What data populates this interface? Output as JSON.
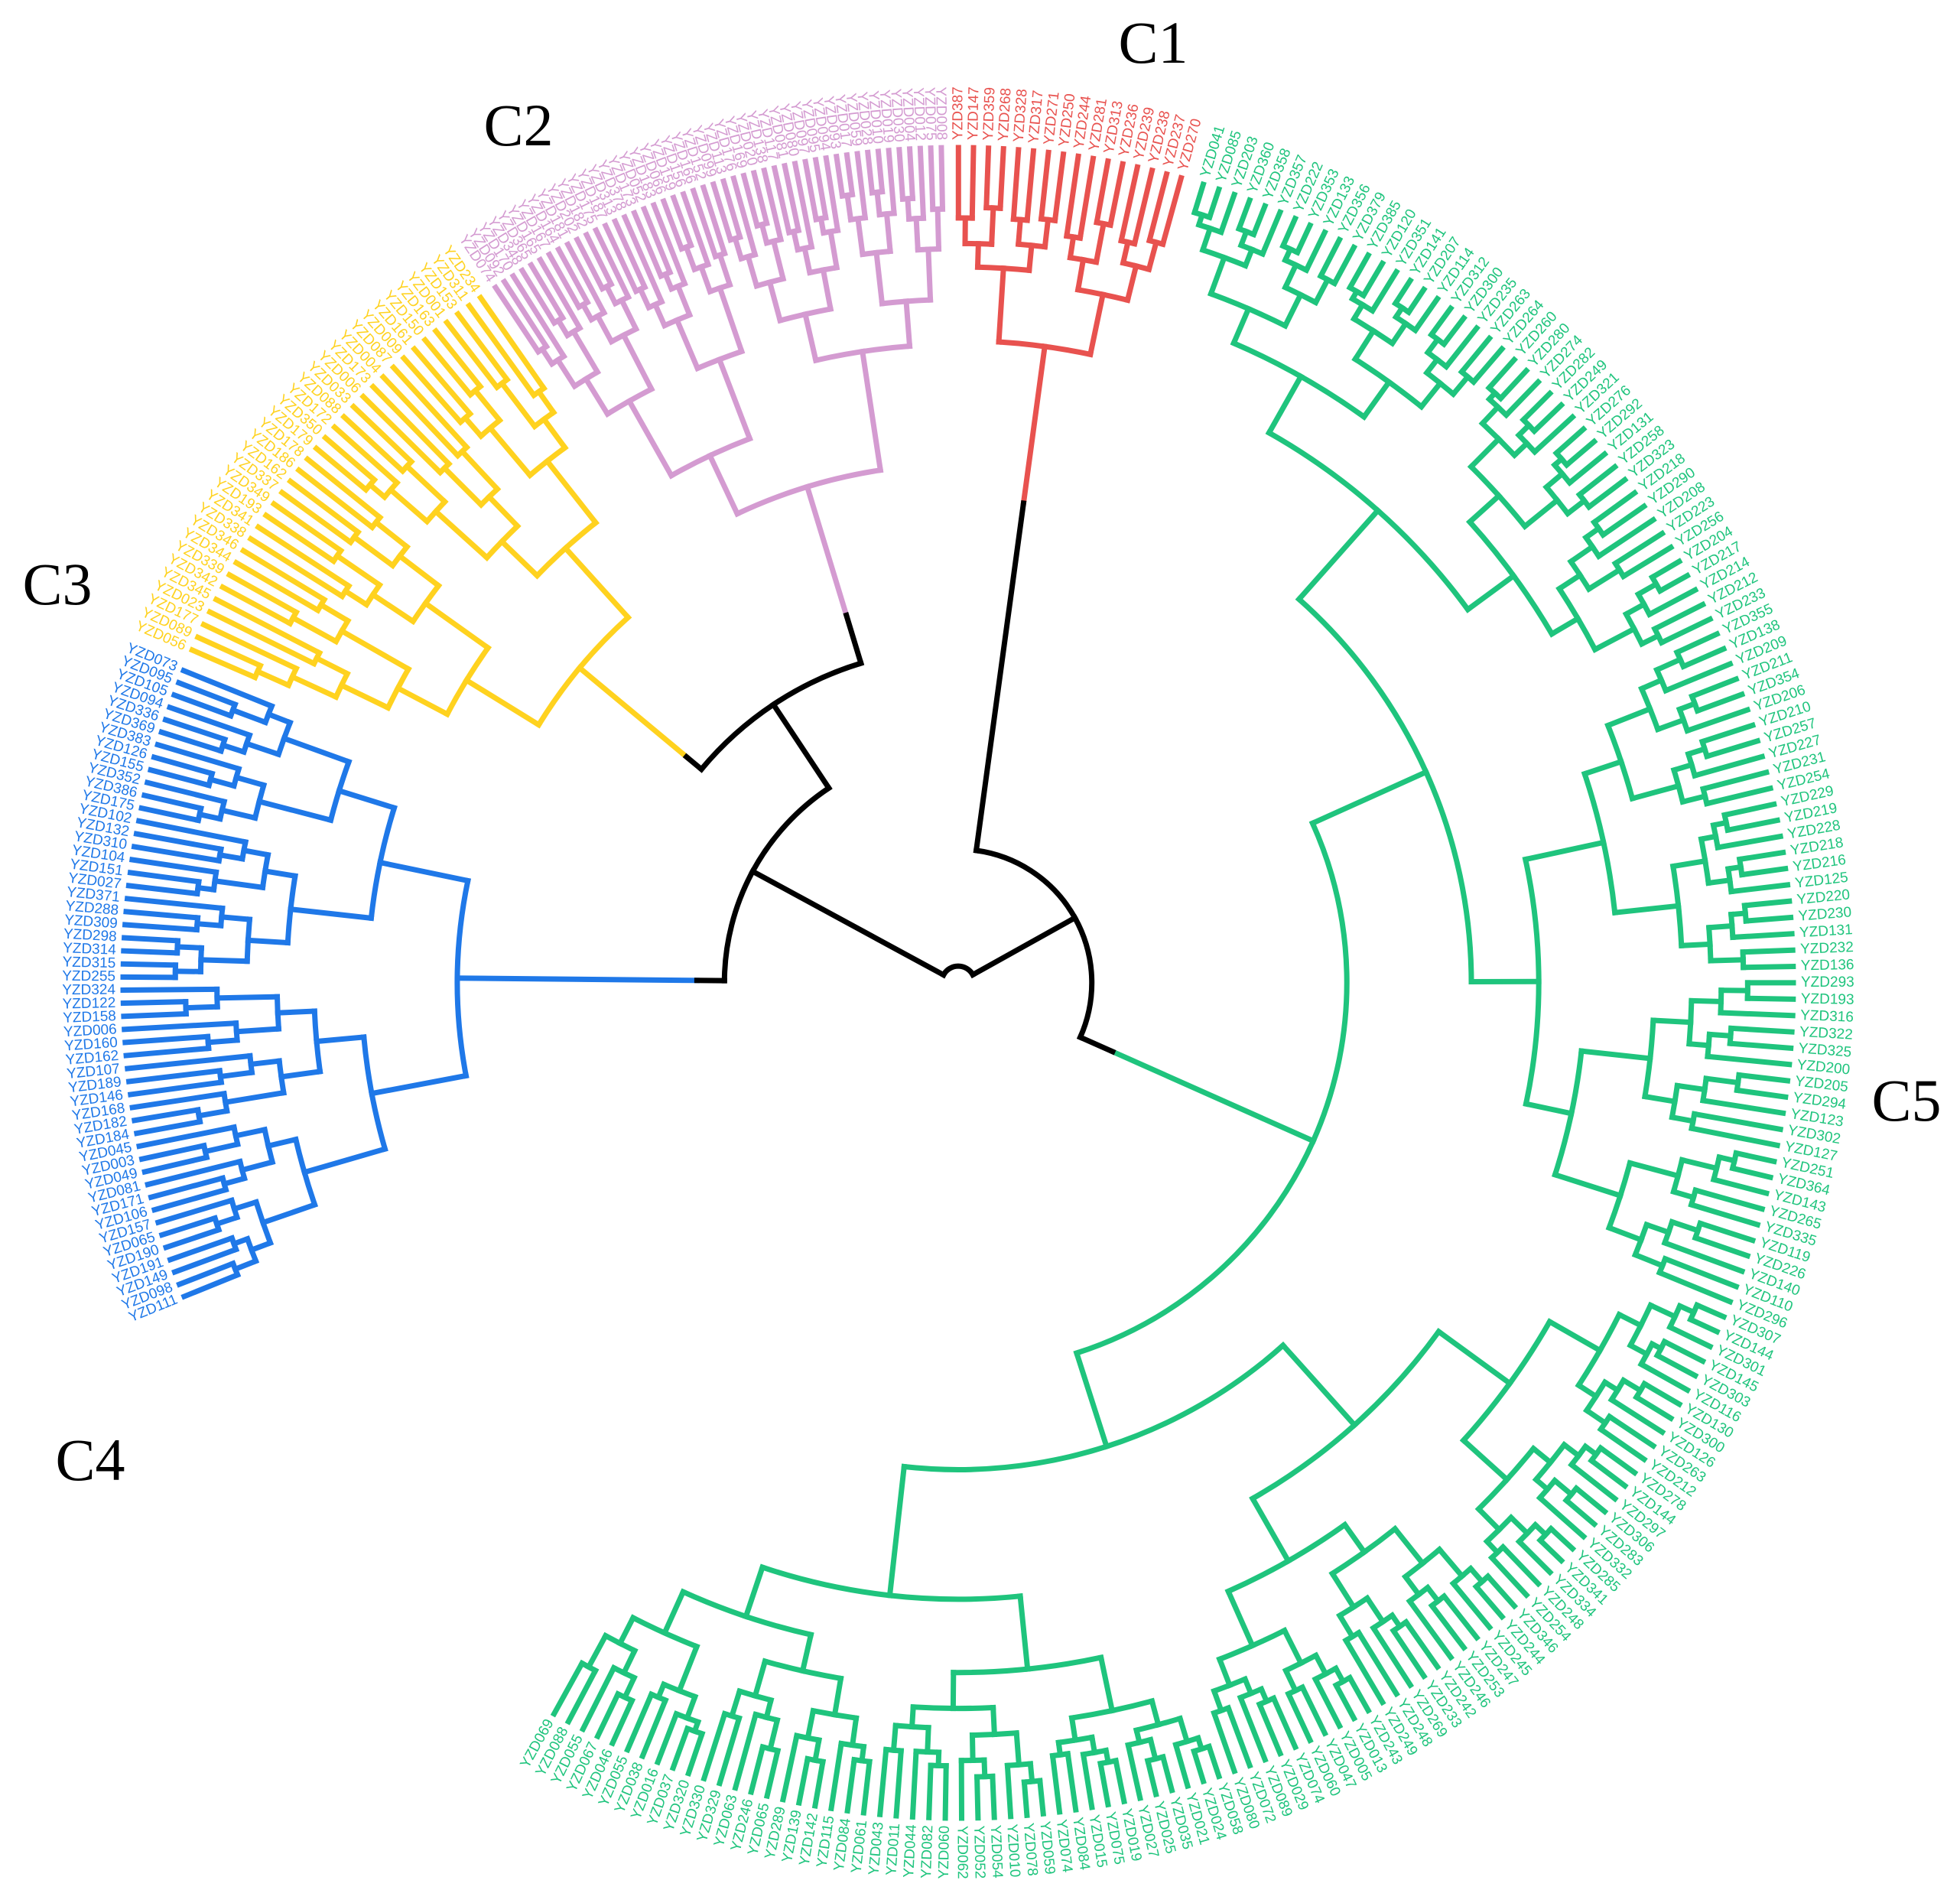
{
  "figure": {
    "type": "circular-dendrogram",
    "root_color": "#000000",
    "clusters": [
      {
        "id": "C1",
        "label": "C1",
        "color": "#E8524F",
        "leaves": [
          "YZD387",
          "YZD147",
          "YZD359",
          "YZD268",
          "YZD328",
          "YZD317",
          "YZD271",
          "YZD250",
          "YZD244",
          "YZD281",
          "YZD313",
          "YZD236",
          "YZD239",
          "YZD238",
          "YZD237",
          "YZD270"
        ]
      },
      {
        "id": "C2",
        "label": "C2",
        "color": "#D49BD1",
        "leaves": [
          "YZD074",
          "YZD092",
          "YZD170",
          "YZD348",
          "YZD365",
          "YZD165",
          "YZD167",
          "YZD164",
          "YZD181",
          "YZD202",
          "YZD182",
          "YZD175",
          "YZD187",
          "YZD313",
          "YZD378",
          "YZD173",
          "YZD052",
          "YZD183",
          "YZD066",
          "YZD159",
          "YZD156",
          "YZD166",
          "YZD152",
          "YZD099",
          "YZD113",
          "YZD176",
          "YZD169",
          "YZD020",
          "YZD138",
          "YZD117",
          "YZD081",
          "YZD080",
          "YZD097",
          "YZD095",
          "YZD094",
          "YZD093",
          "YZD017",
          "YZD059",
          "YZD028",
          "YZD010",
          "YZD019",
          "YZD030",
          "YZD004",
          "YZD012",
          "YZD075",
          "YZD008"
        ]
      },
      {
        "id": "C3",
        "label": "C3",
        "color": "#FFD21F",
        "leaves": [
          "YZD056",
          "YZD089",
          "YZD177",
          "YZD023",
          "YZD345",
          "YZD342",
          "YZD339",
          "YZD344",
          "YZD346",
          "YZD338",
          "YZD341",
          "YZD193",
          "YZD349",
          "YZD337",
          "YZD162",
          "YZD186",
          "YZD178",
          "YZD179",
          "YZD350",
          "YZD172",
          "YZD088",
          "YZD033",
          "YZD006",
          "YZD173",
          "YZD004",
          "YZD087",
          "YZD009",
          "YZD161",
          "YZD150",
          "YZD163",
          "YZD001",
          "YZD153",
          "YZD311",
          "YZD234"
        ]
      },
      {
        "id": "C4",
        "label": "C4",
        "color": "#1F78E8",
        "leaves": [
          "YZD111",
          "YZD098",
          "YZD149",
          "YZD191",
          "YZD190",
          "YZD065",
          "YZD157",
          "YZD106",
          "YZD171",
          "YZD081",
          "YZD049",
          "YZD003",
          "YZD045",
          "YZD184",
          "YZD182",
          "YZD168",
          "YZD146",
          "YZD189",
          "YZD107",
          "YZD162",
          "YZD160",
          "YZD006",
          "YZD158",
          "YZD122",
          "YZD324",
          "YZD255",
          "YZD315",
          "YZD314",
          "YZD298",
          "YZD309",
          "YZD288",
          "YZD371",
          "YZD027",
          "YZD151",
          "YZD104",
          "YZD310",
          "YZD132",
          "YZD102",
          "YZD175",
          "YZD386",
          "YZD352",
          "YZD155",
          "YZD126",
          "YZD383",
          "YZD369",
          "YZD336",
          "YZD094",
          "YZD105",
          "YZD095",
          "YZD073"
        ]
      },
      {
        "id": "C5",
        "label": "C5",
        "color": "#1FC47D",
        "leaves": [
          "YZD041",
          "YZD085",
          "YZD203",
          "YZD360",
          "YZD358",
          "YZD357",
          "YZD222",
          "YZD353",
          "YZD133",
          "YZD356",
          "YZD379",
          "YZD385",
          "YZD120",
          "YZD351",
          "YZD141",
          "YZD207",
          "YZD114",
          "YZD312",
          "YZD300",
          "YZD235",
          "YZD263",
          "YZD264",
          "YZD260",
          "YZD280",
          "YZD274",
          "YZD282",
          "YZD249",
          "YZD321",
          "YZD276",
          "YZD292",
          "YZD131",
          "YZD258",
          "YZD323",
          "YZD218",
          "YZD290",
          "YZD208",
          "YZD223",
          "YZD256",
          "YZD204",
          "YZD217",
          "YZD214",
          "YZD212",
          "YZD233",
          "YZD355",
          "YZD138",
          "YZD209",
          "YZD211",
          "YZD354",
          "YZD206",
          "YZD210",
          "YZD257",
          "YZD227",
          "YZD231",
          "YZD254",
          "YZD229",
          "YZD219",
          "YZD228",
          "YZD218",
          "YZD216",
          "YZD125",
          "YZD220",
          "YZD230",
          "YZD131",
          "YZD232",
          "YZD136",
          "YZD293",
          "YZD193",
          "YZD316",
          "YZD322",
          "YZD325",
          "YZD200",
          "YZD205",
          "YZD294",
          "YZD123",
          "YZD302",
          "YZD127",
          "YZD251",
          "YZD364",
          "YZD143",
          "YZD265",
          "YZD335",
          "YZD119",
          "YZD226",
          "YZD140",
          "YZD110",
          "YZD296",
          "YZD307",
          "YZD144",
          "YZD301",
          "YZD145",
          "YZD303",
          "YZD116",
          "YZD130",
          "YZD300",
          "YZD126",
          "YZD263",
          "YZD212",
          "YZD278",
          "YZD144",
          "YZD297",
          "YZD306",
          "YZD283",
          "YZD332",
          "YZD285",
          "YZD341",
          "YZD334",
          "YZD248",
          "YZD254",
          "YZD346",
          "YZD244",
          "YZD245",
          "YZD247",
          "YZD253",
          "YZD246",
          "YZD242",
          "YZD233",
          "YZD269",
          "YZD248",
          "YZD249",
          "YZD243",
          "YZD013",
          "YZD005",
          "YZD047",
          "YZD060",
          "YZD074",
          "YZD029",
          "YZD089",
          "YZD072",
          "YZD080",
          "YZD058",
          "YZD024",
          "YZD021",
          "YZD035",
          "YZD025",
          "YZD027",
          "YZD019",
          "YZD075",
          "YZD015",
          "YZD084",
          "YZD074",
          "YZD059",
          "YZD078",
          "YZD010",
          "YZD054",
          "YZD052",
          "YZD062",
          "YZD060",
          "YZD082",
          "YZD044",
          "YZD011",
          "YZD043",
          "YZD061",
          "YZD084",
          "YZD115",
          "YZD142",
          "YZD139",
          "YZD289",
          "YZD065",
          "YZD246",
          "YZD063",
          "YZD329",
          "YZD330",
          "YZD320",
          "YZD037",
          "YZD016",
          "YZD038",
          "YZD055",
          "YZD046",
          "YZD067",
          "YZD055",
          "YZD088",
          "YZD069"
        ]
      }
    ]
  }
}
